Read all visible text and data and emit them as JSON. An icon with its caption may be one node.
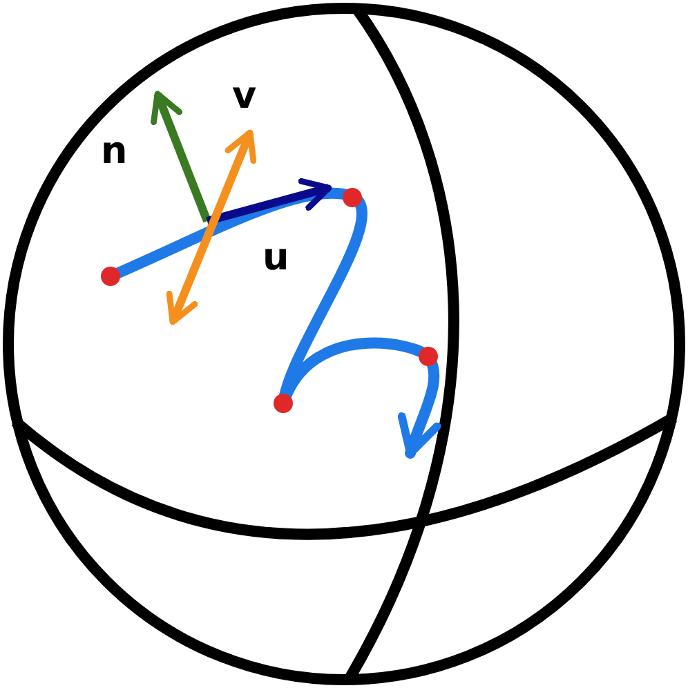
{
  "diagram": {
    "labels": [
      "n",
      "v",
      "u"
    ]
  }
}
